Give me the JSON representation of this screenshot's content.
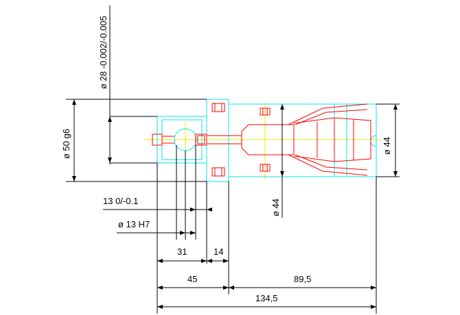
{
  "drawing": {
    "colors": {
      "dimension": "#000000",
      "outline": "#00e5ee",
      "hidden_detail": "#ff0000",
      "centerline": "#e8e800",
      "background": "#ffffff"
    },
    "dimensions": {
      "d28_tol": "ø 28 -0.002/-0.005",
      "d50": "ø 50 g6",
      "d44_right": "ø 44",
      "d44_bottom": "ø 44",
      "len13": "13 0/-0.1",
      "bore13": "ø 13 H7",
      "len31": "31",
      "len14": "14",
      "len45": "45",
      "len89": "89,5",
      "len134": "134,5"
    }
  }
}
